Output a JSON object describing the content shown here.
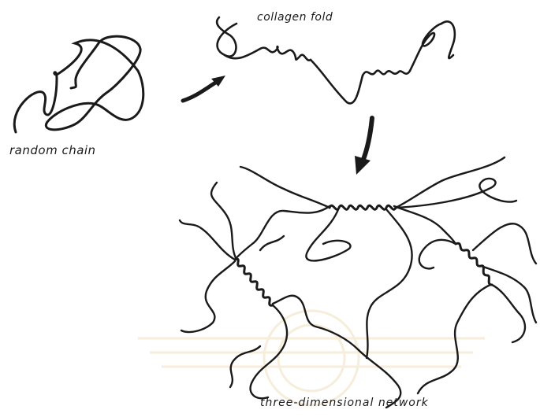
{
  "labels": {
    "random_chain": "random chain",
    "collagen_fold": "collagen fold",
    "three_dimensional_network": "three-dimensional network"
  },
  "colors": {
    "ink": "#1a1a1a",
    "watermark": "#e6cf9a"
  }
}
